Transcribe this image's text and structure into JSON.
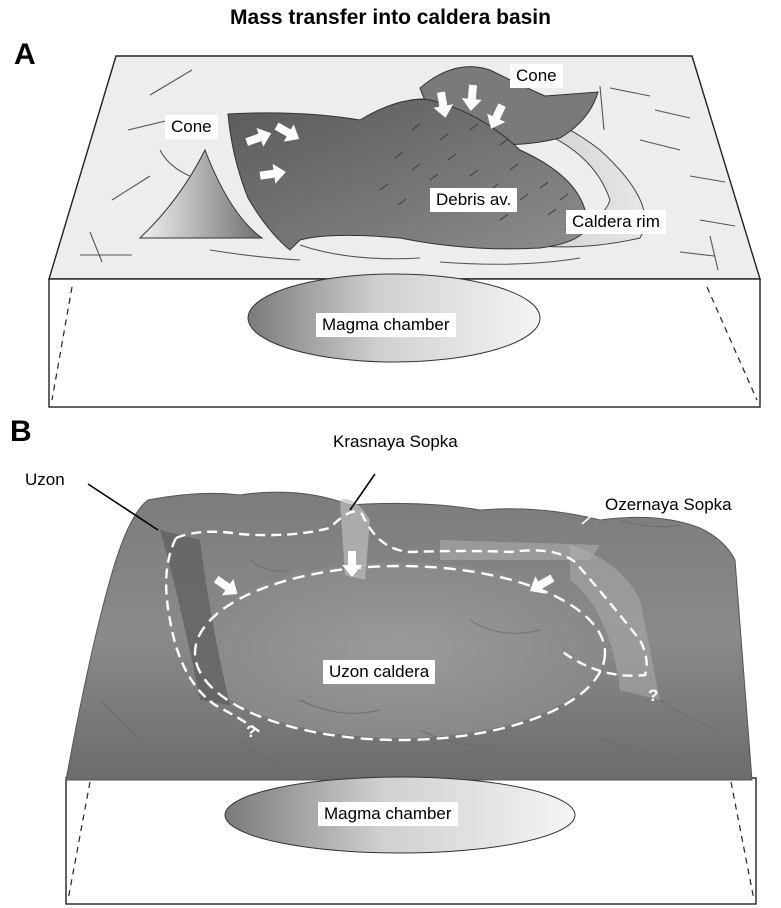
{
  "title": "Mass transfer into caldera basin",
  "panels": [
    {
      "letter": "A",
      "labels": {
        "cone_left": "Cone",
        "cone_right": "Cone",
        "debris": "Debris av.",
        "caldera_rim": "Caldera rim",
        "magma": "Magma chamber"
      }
    },
    {
      "letter": "B",
      "labels": {
        "krasnaya": "Krasnaya Sopka",
        "uzon": "Uzon",
        "ozernaya": "Ozernaya Sopka",
        "caldera": "Uzon caldera",
        "magma": "Magma chamber",
        "question_left": "?",
        "question_right": "?"
      }
    }
  ]
}
